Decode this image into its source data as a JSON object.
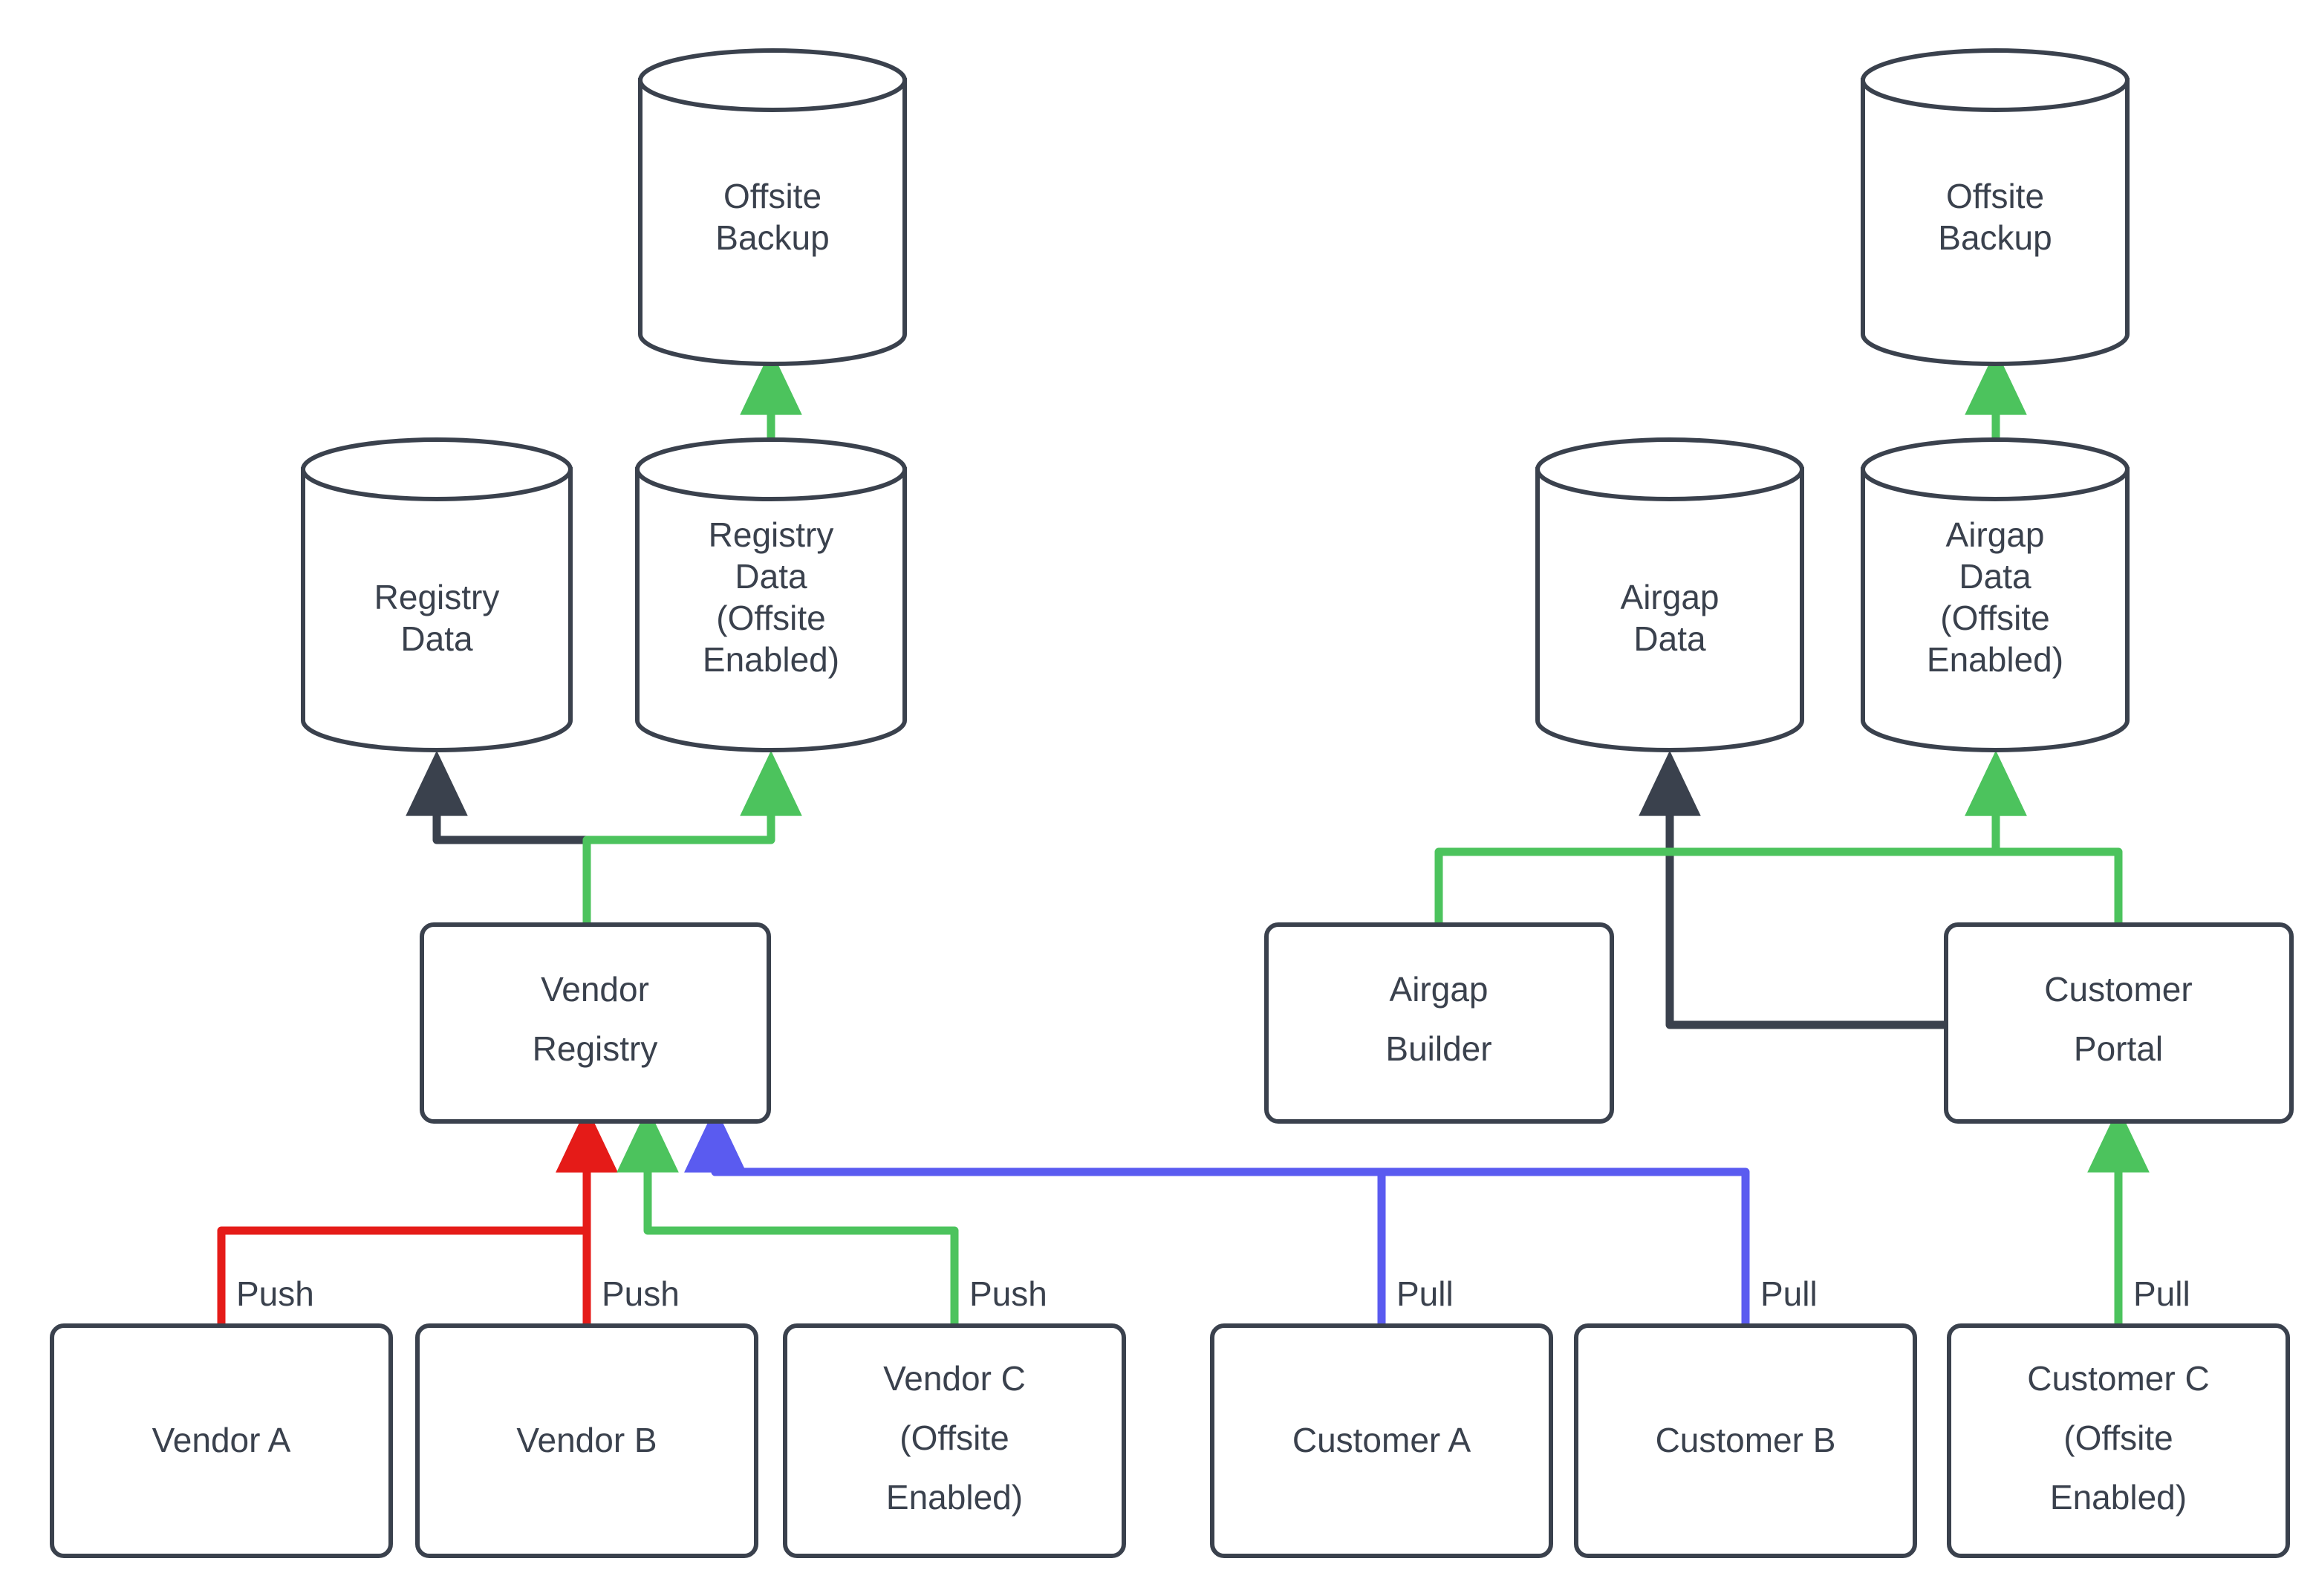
{
  "diagram": {
    "type": "flowchart",
    "title": "",
    "background_color": "#ffffff",
    "colors": {
      "node_stroke": "#3a414d",
      "node_fill": "#ffffff",
      "text": "#3a414d",
      "edge_dark": "#3a414d",
      "edge_green": "#4cc35d",
      "edge_red": "#e51b18",
      "edge_blue": "#5a5bf0"
    },
    "datastores": [
      {
        "id": "offsite-backup-left",
        "label_lines": [
          "Offsite",
          "Backup"
        ]
      },
      {
        "id": "registry-data",
        "label_lines": [
          "Registry",
          "Data"
        ]
      },
      {
        "id": "registry-data-offsite",
        "label_lines": [
          "Registry",
          "Data",
          "(Offsite",
          "Enabled)"
        ]
      },
      {
        "id": "offsite-backup-right",
        "label_lines": [
          "Offsite",
          "Backup"
        ]
      },
      {
        "id": "airgap-data",
        "label_lines": [
          "Airgap",
          "Data"
        ]
      },
      {
        "id": "airgap-data-offsite",
        "label_lines": [
          "Airgap",
          "Data",
          "(Offsite",
          "Enabled)"
        ]
      }
    ],
    "services": [
      {
        "id": "vendor-registry",
        "label_lines": [
          "Vendor",
          "Registry"
        ]
      },
      {
        "id": "airgap-builder",
        "label_lines": [
          "Airgap",
          "Builder"
        ]
      },
      {
        "id": "customer-portal",
        "label_lines": [
          "Customer",
          "Portal"
        ]
      }
    ],
    "actors": [
      {
        "id": "vendor-a",
        "label_lines": [
          "Vendor A"
        ]
      },
      {
        "id": "vendor-b",
        "label_lines": [
          "Vendor B"
        ]
      },
      {
        "id": "vendor-c",
        "label_lines": [
          "Vendor C",
          "(Offsite",
          "Enabled)"
        ]
      },
      {
        "id": "customer-a",
        "label_lines": [
          "Customer A"
        ]
      },
      {
        "id": "customer-b",
        "label_lines": [
          "Customer B"
        ]
      },
      {
        "id": "customer-c",
        "label_lines": [
          "Customer C",
          "(Offsite",
          "Enabled)"
        ]
      }
    ],
    "edge_labels": [
      {
        "id": "push-a",
        "text": "Push"
      },
      {
        "id": "push-b",
        "text": "Push"
      },
      {
        "id": "push-c",
        "text": "Push"
      },
      {
        "id": "pull-a",
        "text": "Pull"
      },
      {
        "id": "pull-b",
        "text": "Pull"
      },
      {
        "id": "pull-c",
        "text": "Pull"
      }
    ],
    "edges": [
      {
        "from": "vendor-a",
        "to": "vendor-registry",
        "label": "Push",
        "color": "#e51b18"
      },
      {
        "from": "vendor-b",
        "to": "vendor-registry",
        "label": "Push",
        "color": "#e51b18"
      },
      {
        "from": "vendor-c",
        "to": "vendor-registry",
        "label": "Push",
        "color": "#4cc35d"
      },
      {
        "from": "customer-a",
        "to": "vendor-registry",
        "label": "Pull",
        "color": "#5a5bf0"
      },
      {
        "from": "customer-b",
        "to": "vendor-registry",
        "label": "Pull",
        "color": "#5a5bf0"
      },
      {
        "from": "customer-c",
        "to": "customer-portal",
        "label": "Pull",
        "color": "#4cc35d"
      },
      {
        "from": "vendor-registry",
        "to": "registry-data",
        "label": "",
        "color": "#3a414d"
      },
      {
        "from": "vendor-registry",
        "to": "registry-data-offsite",
        "label": "",
        "color": "#4cc35d"
      },
      {
        "from": "registry-data-offsite",
        "to": "offsite-backup-left",
        "label": "",
        "color": "#4cc35d"
      },
      {
        "from": "customer-portal",
        "to": "airgap-data",
        "label": "",
        "color": "#3a414d"
      },
      {
        "from": "airgap-builder",
        "to": "airgap-data-offsite",
        "label": "",
        "color": "#4cc35d"
      },
      {
        "from": "customer-portal",
        "to": "airgap-data-offsite",
        "label": "",
        "color": "#4cc35d"
      },
      {
        "from": "airgap-data-offsite",
        "to": "offsite-backup-right",
        "label": "",
        "color": "#4cc35d"
      }
    ]
  }
}
